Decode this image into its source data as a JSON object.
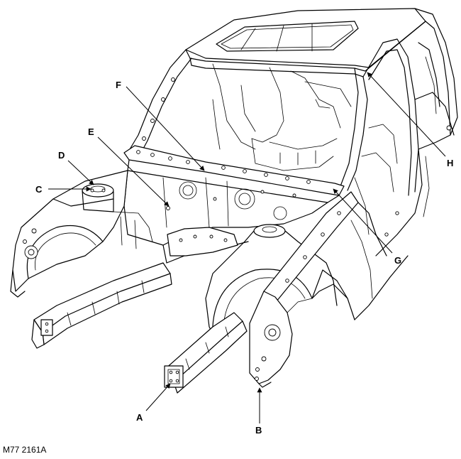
{
  "figure": {
    "reference_code": "M77 2161A",
    "callouts": [
      {
        "id": "A",
        "label": "A"
      },
      {
        "id": "B",
        "label": "B"
      },
      {
        "id": "C",
        "label": "C"
      },
      {
        "id": "D",
        "label": "D"
      },
      {
        "id": "E",
        "label": "E"
      },
      {
        "id": "F",
        "label": "F"
      },
      {
        "id": "G",
        "label": "G"
      },
      {
        "id": "H",
        "label": "H"
      }
    ]
  }
}
